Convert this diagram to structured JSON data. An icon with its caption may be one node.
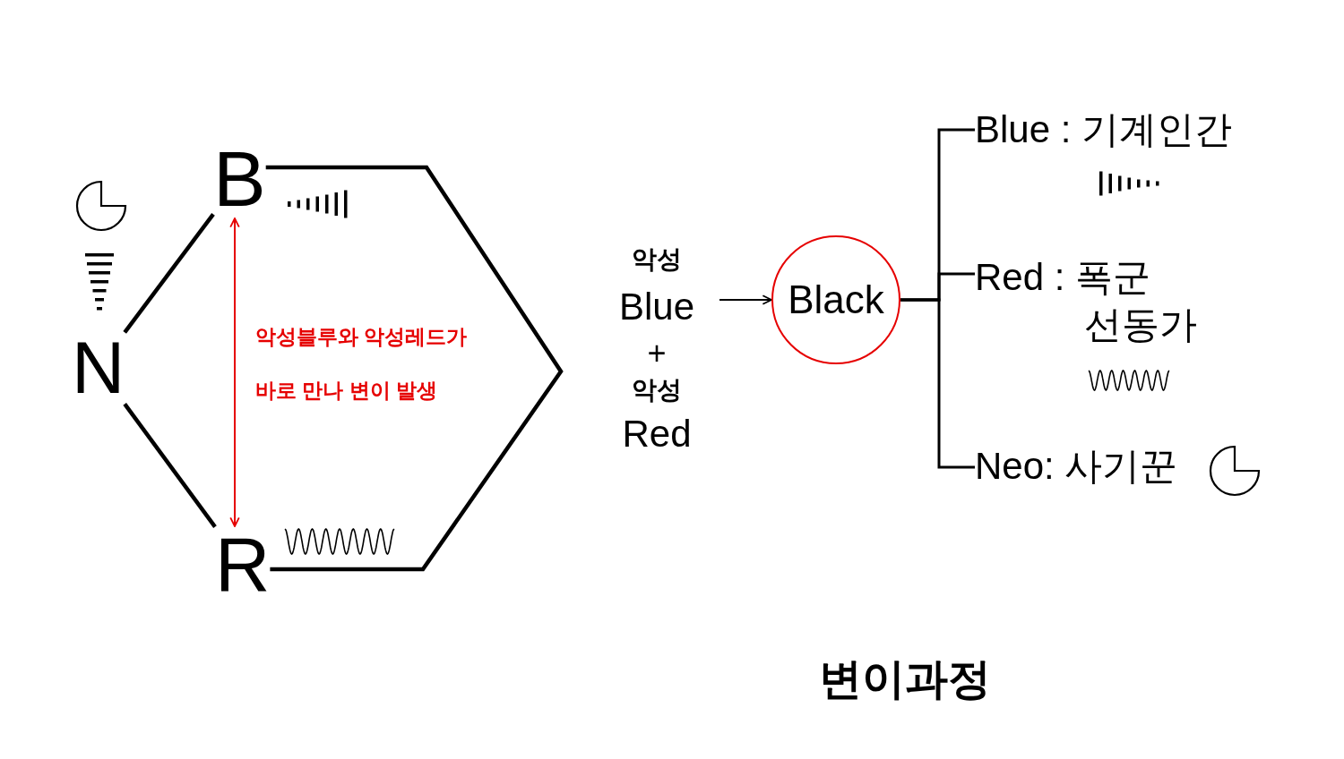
{
  "diagram": {
    "title": "변이과정",
    "nodes": [
      {
        "text": [
          "B"
        ]
      },
      {
        "text": [
          "N"
        ]
      },
      {
        "text": [
          "R"
        ]
      },
      {
        "text": [
          "악성",
          "Blue",
          "+",
          "악성",
          "Red"
        ]
      },
      {
        "text": [
          "Black"
        ]
      },
      {
        "text": [
          "Blue : 기계인간"
        ]
      },
      {
        "text": [
          "Red : 폭군 선동가"
        ]
      },
      {
        "text": [
          "Neo: 사기꾼"
        ]
      }
    ],
    "edges": [
      {
        "from": 0,
        "to": 1,
        "arrow": "none"
      },
      {
        "from": 1,
        "to": 2,
        "arrow": "none"
      },
      {
        "from": 0,
        "to": 2,
        "arrow": "none"
      },
      {
        "from": 0,
        "to": 2,
        "arrow": "both",
        "color": "#e60000"
      },
      {
        "from": 3,
        "to": 4,
        "arrow": "to"
      },
      {
        "from": 4,
        "to": 5,
        "arrow": "none"
      },
      {
        "from": 4,
        "to": 6,
        "arrow": "none"
      },
      {
        "from": 4,
        "to": 7,
        "arrow": "none"
      }
    ],
    "labels": [
      "악성블루와 악성레드가",
      "바로 만나 변이 발생"
    ]
  }
}
